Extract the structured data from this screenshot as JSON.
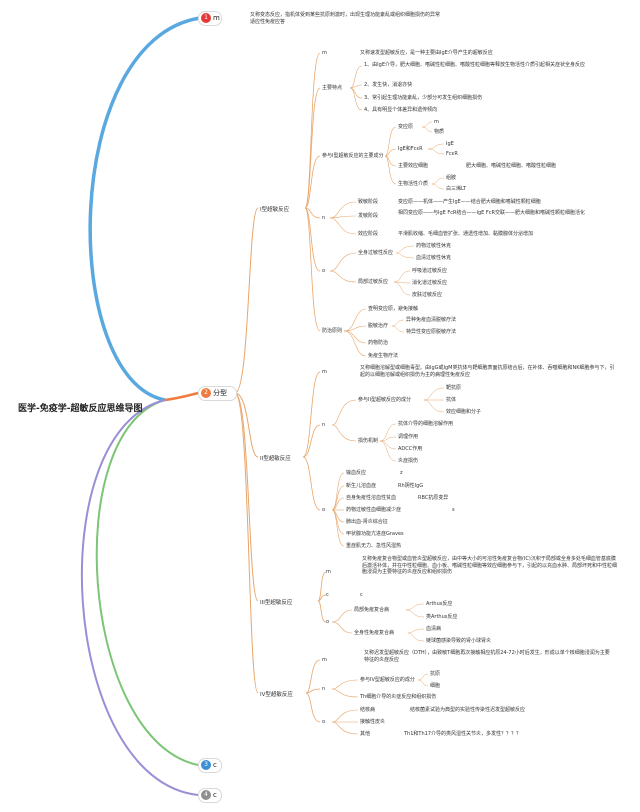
{
  "title": "医学-免疫学-超敏反应思维导图",
  "branches": [
    {
      "num": "1",
      "label": "m",
      "color": "#e53935"
    },
    {
      "num": "2",
      "label": "分型",
      "color": "#f07b3f"
    },
    {
      "num": "3",
      "label": "c",
      "color": "#3b8fd4"
    },
    {
      "num": "4",
      "label": "c",
      "color": "#8f8f8f"
    }
  ],
  "definition": "又称变态反应，指机体受到某些抗原刺激时，出现生理功能紊乱或组织细胞损伤的异常适应性免疫应答",
  "types": [
    "I型超敏反应",
    "II型超敏反应",
    "III型超敏反应",
    "IV型超敏反应"
  ],
  "t1": {
    "m": "m",
    "m_text": "又称速发型超敏反应，是一种主要由IgE介导产生的超敏反应",
    "features_label": "主要特点",
    "features": [
      "1、由IgE介导，肥大细胞、嗜碱性粒细胞、嗜酸性粒细胞等释放生物活性介质引起相关症状全身反应",
      "2、发生快，消退亦快",
      "3、常引起生理功能紊乱，少部分可发生组织细胞损伤",
      "4、具有明显个体差异和遗传倾向"
    ],
    "components_label": "参与I型超敏反应的主要成分",
    "allergen": "变应原",
    "allergen_items": [
      "m",
      "物质"
    ],
    "ige_label": "IgE和FcεR",
    "ige_items": [
      "IgE",
      "FcεR"
    ],
    "cells_label": "主要效应细胞",
    "cells_text": "肥大细胞、嗜碱性粒细胞、嗜酸性粒细胞",
    "mediators_label": "生物活性介质",
    "mediators": [
      "组胺",
      "白三烯LT"
    ],
    "n": "n",
    "stages": [
      {
        "label": "致敏阶段",
        "text": "变应原——机体——产生IgE——结合肥大细胞和嗜碱性颗粒细胞"
      },
      {
        "label": "发敏阶段",
        "text": "相同变应原——与IgE FcR结合——IgE FcR交联——肥大细胞和嗜碱性颗粒细胞活化"
      },
      {
        "label": "效应阶段",
        "text": "平滑肌收缩、毛细血管扩张、通透性增加、黏膜腺体分泌增加"
      }
    ],
    "o": "o",
    "systemic_label": "全身过敏性反应",
    "systemic": [
      "药物过敏性休克",
      "血清过敏性休克"
    ],
    "local_label": "局部过敏反应",
    "local": [
      "呼吸道过敏反应",
      "消化道过敏反应",
      "皮肤过敏反应"
    ],
    "prevention_label": "防治原则",
    "prevention": [
      "查明变应原，避免接触",
      "脱敏治疗",
      "药物防治",
      "免疫生物疗法"
    ],
    "desens": [
      "异种免疫血清脱敏疗法",
      "特异性变应原脱敏疗法"
    ]
  },
  "t2": {
    "m": "m",
    "m_text": "又称细胞溶解型或细胞毒型。由IgG或IgM类抗体与靶细胞表面抗原结合后，在补体、吞噬细胞和NK细胞参与下，引起的以细胞溶解或组织损伤为主的病理性免疫反应",
    "n": "n",
    "components_label": "参与II型超敏反应的成分",
    "components": [
      "靶抗原",
      "抗体",
      "效应细胞和分子"
    ],
    "mech_label": "损伤机制",
    "mech": [
      "抗体介导的细胞溶解作用",
      "调理作用",
      "ADCC作用",
      "炎症损伤"
    ],
    "o": "o",
    "diseases": [
      "输血反应",
      "新生儿溶血症",
      "自身免疫性溶血性贫血",
      "药物过敏性血细胞减少症",
      "肺出血-肾炎综合征",
      "甲状腺功能亢进症Graves",
      "重症肌无力、急性风湿热"
    ],
    "d_notes": [
      "z",
      "Rh阴性IgG",
      "RBC抗原变异",
      "s"
    ]
  },
  "t3": {
    "m": "m",
    "m_text": "又称免疫复合物型或血管炎型超敏反应，由中等大小的可溶性免疫复合物(IC)沉积于局部或全身多处毛细血管基底膜后激活补体，并在中性粒细胞、血小板、嗜碱性粒细胞等效应细胞参与下，引起的以充血水肿、局部坏死和中性粒细胞浸润为主要特征的炎症反应和组织损伤",
    "c1": "c",
    "c2": "c",
    "o": "o",
    "local_label": "局部免疫复合病",
    "local": [
      "Arthus反应",
      "类Arthus反应"
    ],
    "systemic_label": "全身性免疫复合病",
    "systemic": [
      "血清病",
      "链球菌感染导致的肾小球肾炎"
    ]
  },
  "t4": {
    "m": "m",
    "m_text": "又称迟发型超敏反应（DTH），由致敏T细胞再次接触相应抗原24-72小时后发生，形成以单个核细胞浸润为主要特征的炎症反应",
    "n": "n",
    "components_label": "参与IV型超敏反应的成分",
    "components": [
      "抗原",
      "细胞"
    ],
    "mech_text": "Th细胞介导的炎症反应和组织损伤",
    "o": "o",
    "diseases": [
      {
        "label": "结核病",
        "text": "结核菌素试验为典型的实验性传染性迟发型超敏反应"
      },
      {
        "label": "接触性皮炎",
        "text": ""
      },
      {
        "label": "其他",
        "text": "Th1和Th17介导的类风湿性关节炎，多发性？？？？"
      }
    ]
  }
}
